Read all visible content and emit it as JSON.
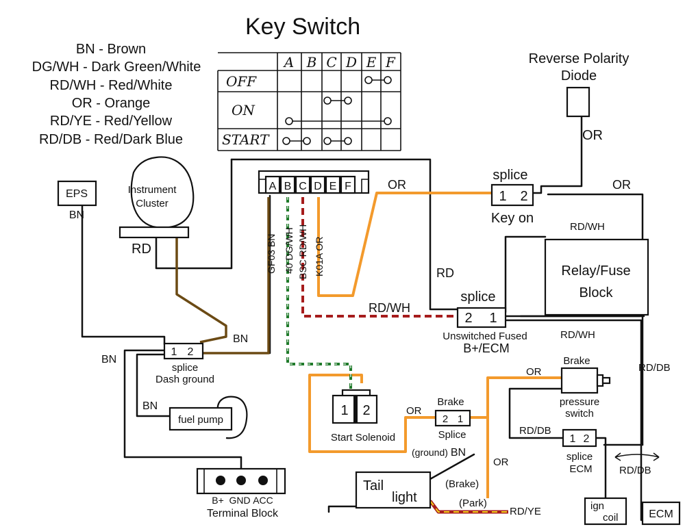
{
  "title": "Key Switch",
  "legend": [
    {
      "code": "BN",
      "name": "Brown"
    },
    {
      "code": "DG/WH",
      "name": "Dark Green/White"
    },
    {
      "code": "RD/WH",
      "name": "Red/White"
    },
    {
      "code": "OR",
      "name": "Orange"
    },
    {
      "code": "RD/YE",
      "name": "Red/Yellow"
    },
    {
      "code": "RD/DB",
      "name": "Red/Dark Blue"
    }
  ],
  "key_table": {
    "columns": [
      "A",
      "B",
      "C",
      "D",
      "E",
      "F"
    ],
    "rows": [
      "OFF",
      "ON",
      "START"
    ]
  },
  "components": {
    "eps": "EPS",
    "instrument_cluster": [
      "Instrument",
      "Cluster"
    ],
    "connector_pins": [
      "A",
      "B",
      "C",
      "D",
      "E",
      "F"
    ],
    "reverse_polarity_diode": [
      "Reverse Polarity",
      "Diode"
    ],
    "splice_key_on": {
      "title": "splice",
      "pins": [
        "1",
        "2"
      ],
      "caption": "Key on"
    },
    "relay_fuse_block": [
      "Relay/Fuse",
      "Block"
    ],
    "splice_unswitched": {
      "title": "splice",
      "pins": [
        "2",
        "1"
      ],
      "caption": [
        "Unswitched Fused",
        "B+/ECM"
      ]
    },
    "splice_dash_ground": {
      "pins": [
        "1",
        "2"
      ],
      "caption": [
        "splice",
        "Dash ground"
      ]
    },
    "fuel_pump": "fuel pump",
    "start_solenoid": {
      "pins": [
        "1",
        "2"
      ],
      "caption": "Start  Solenoid"
    },
    "brake_splice": {
      "title": "Brake",
      "pins": [
        "2",
        "1"
      ],
      "caption": "Splice"
    },
    "brake_pressure_switch": [
      "Brake",
      "pressure",
      "switch"
    ],
    "splice_ecm": {
      "pins": [
        "1",
        "2"
      ],
      "caption": [
        "splice",
        "ECM"
      ]
    },
    "tail_light": [
      "Tail",
      "light"
    ],
    "ign_coil": [
      "ign",
      "coil"
    ],
    "ecm": "ECM",
    "terminal_block": {
      "labels": [
        "B+",
        "GND",
        "ACC"
      ],
      "caption": "Terminal Block"
    }
  },
  "wire_labels": {
    "eps_bn": "BN",
    "cluster_rd": "RD",
    "dash_bn": "BN",
    "left_bn": "BN",
    "fuel_bn": "BN",
    "col_a": [
      "GF03",
      "BN"
    ],
    "col_b": [
      "40",
      "DG/WH"
    ],
    "col_c": [
      "BSC",
      "RD/WH"
    ],
    "col_d": [
      "K01A",
      "OR"
    ],
    "connector_or": "OR",
    "diode_or": "OR",
    "relay_or": "OR",
    "relay_rdwh_top": "RD/WH",
    "relay_rdwh_bottom": "RD/WH",
    "rd_vertical": "RD",
    "splice_rdwh": "RD/WH",
    "rddb_right": "RD/DB",
    "rddb_splice": "RD/DB",
    "rddb_ecm": "RD/DB",
    "brake_or_top": "OR",
    "brake_or_left": "OR",
    "brake_or_right": "OR",
    "ground_bn": [
      "(ground)",
      "BN"
    ],
    "tail_brake": "(Brake)",
    "tail_park": "(Park)",
    "rdye": "RD/YE"
  },
  "colors": {
    "black": "#111111",
    "brown": "#6b4a14",
    "orange": "#f39a2c",
    "dark_green": "#1f7a2a",
    "dark_red": "#a61c1c",
    "yellow": "#f2d21b"
  }
}
